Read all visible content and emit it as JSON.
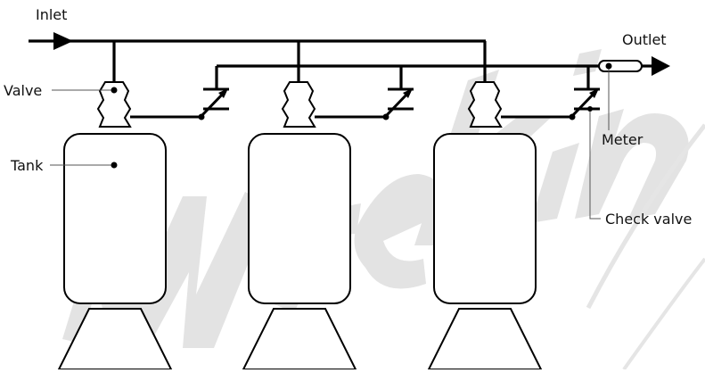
{
  "diagram": {
    "labels": {
      "inlet": "Inlet",
      "outlet": "Outlet",
      "valve": "Valve",
      "tank": "Tank",
      "meter": "Meter",
      "check_valve": "Check valve"
    },
    "watermark": {
      "text": "Wrekin",
      "color": "#e3e3e3"
    },
    "colors": {
      "line": "#000000",
      "fill": "#ffffff",
      "leader": "#555555"
    }
  }
}
